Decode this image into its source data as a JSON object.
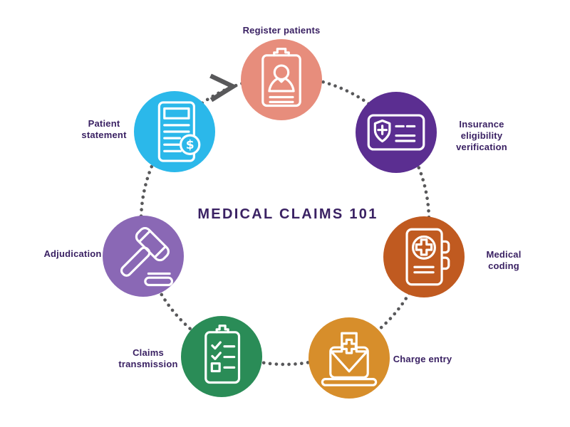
{
  "title": "MEDICAL CLAIMS 101",
  "colors": {
    "label_text": "#3A2163",
    "connector": "#58585A",
    "icon_stroke": "#FFFFFF",
    "background": "#FFFFFF"
  },
  "flow": {
    "direction": "clockwise",
    "arrow_between": [
      "Patient statement",
      "Register patients"
    ]
  },
  "nodes": [
    {
      "id": "register-patients",
      "label": "Register patients",
      "color": "#E78D7C",
      "icon": "patient-id-card-icon"
    },
    {
      "id": "insurance-eligibility-verification",
      "label": "Insurance eligibility\nverification",
      "color": "#5B2E91",
      "icon": "insurance-card-shield-icon"
    },
    {
      "id": "medical-coding",
      "label": "Medical coding",
      "color": "#C05A20",
      "icon": "medical-codebook-icon"
    },
    {
      "id": "charge-entry",
      "label": "Charge entry",
      "color": "#D78E2B",
      "icon": "laptop-download-icon"
    },
    {
      "id": "claims-transmission",
      "label": "Claims\ntransmission",
      "color": "#2A8C57",
      "icon": "checklist-clipboard-icon"
    },
    {
      "id": "adjudication",
      "label": "Adjudication",
      "color": "#8A68B5",
      "icon": "gavel-icon"
    },
    {
      "id": "patient-statement",
      "label": "Patient\nstatement",
      "color": "#2BB8EA",
      "icon": "billing-statement-icon"
    }
  ]
}
